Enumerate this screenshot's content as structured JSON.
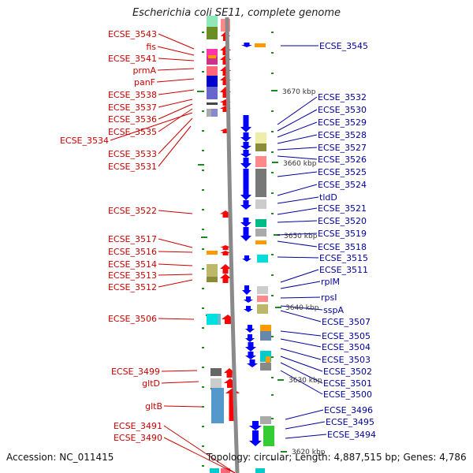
{
  "title": "Escherichia coli SE11, complete genome",
  "footer": {
    "accession": "Accession: NC_011415",
    "topology": "Topology: circular; Length: 4,887,515 bp; Genes: 4,786"
  },
  "colors": {
    "left_label": "#cc0000",
    "right_label": "#00009c",
    "forward_arrow": "#ff0000",
    "reverse_arrow": "#0000ff",
    "backbone": "#8a8a8a",
    "tick": "#1d8a1d"
  },
  "left_labels": [
    "ECSE_3543",
    "fis",
    "ECSE_3541",
    "prmA",
    "panF",
    "ECSE_3538",
    "ECSE_3537",
    "ECSE_3536",
    "ECSE_3535",
    "ECSE_3534",
    "ECSE_3533",
    "ECSE_3531",
    "ECSE_3522",
    "ECSE_3517",
    "ECSE_3516",
    "ECSE_3514",
    "ECSE_3513",
    "ECSE_3512",
    "ECSE_3506",
    "ECSE_3499",
    "gltD",
    "gltB",
    "ECSE_3491",
    "ECSE_3490"
  ],
  "right_labels": [
    "ECSE_3545",
    "ECSE_3532",
    "ECSE_3530",
    "ECSE_3529",
    "ECSE_3528",
    "ECSE_3527",
    "ECSE_3526",
    "ECSE_3525",
    "ECSE_3524",
    "tldD",
    "ECSE_3521",
    "ECSE_3520",
    "ECSE_3519",
    "ECSE_3518",
    "ECSE_3515",
    "ECSE_3511",
    "rplM",
    "rpsI",
    "sspA",
    "ECSE_3507",
    "ECSE_3505",
    "ECSE_3504",
    "ECSE_3503",
    "ECSE_3502",
    "ECSE_3501",
    "ECSE_3500",
    "ECSE_3496",
    "ECSE_3495",
    "ECSE_3494"
  ],
  "scale_labels": [
    "3670 kbp",
    "3660 kbp",
    "3650 kbp",
    "3640 kbp",
    "3630 kbp",
    "3620 kbp"
  ]
}
